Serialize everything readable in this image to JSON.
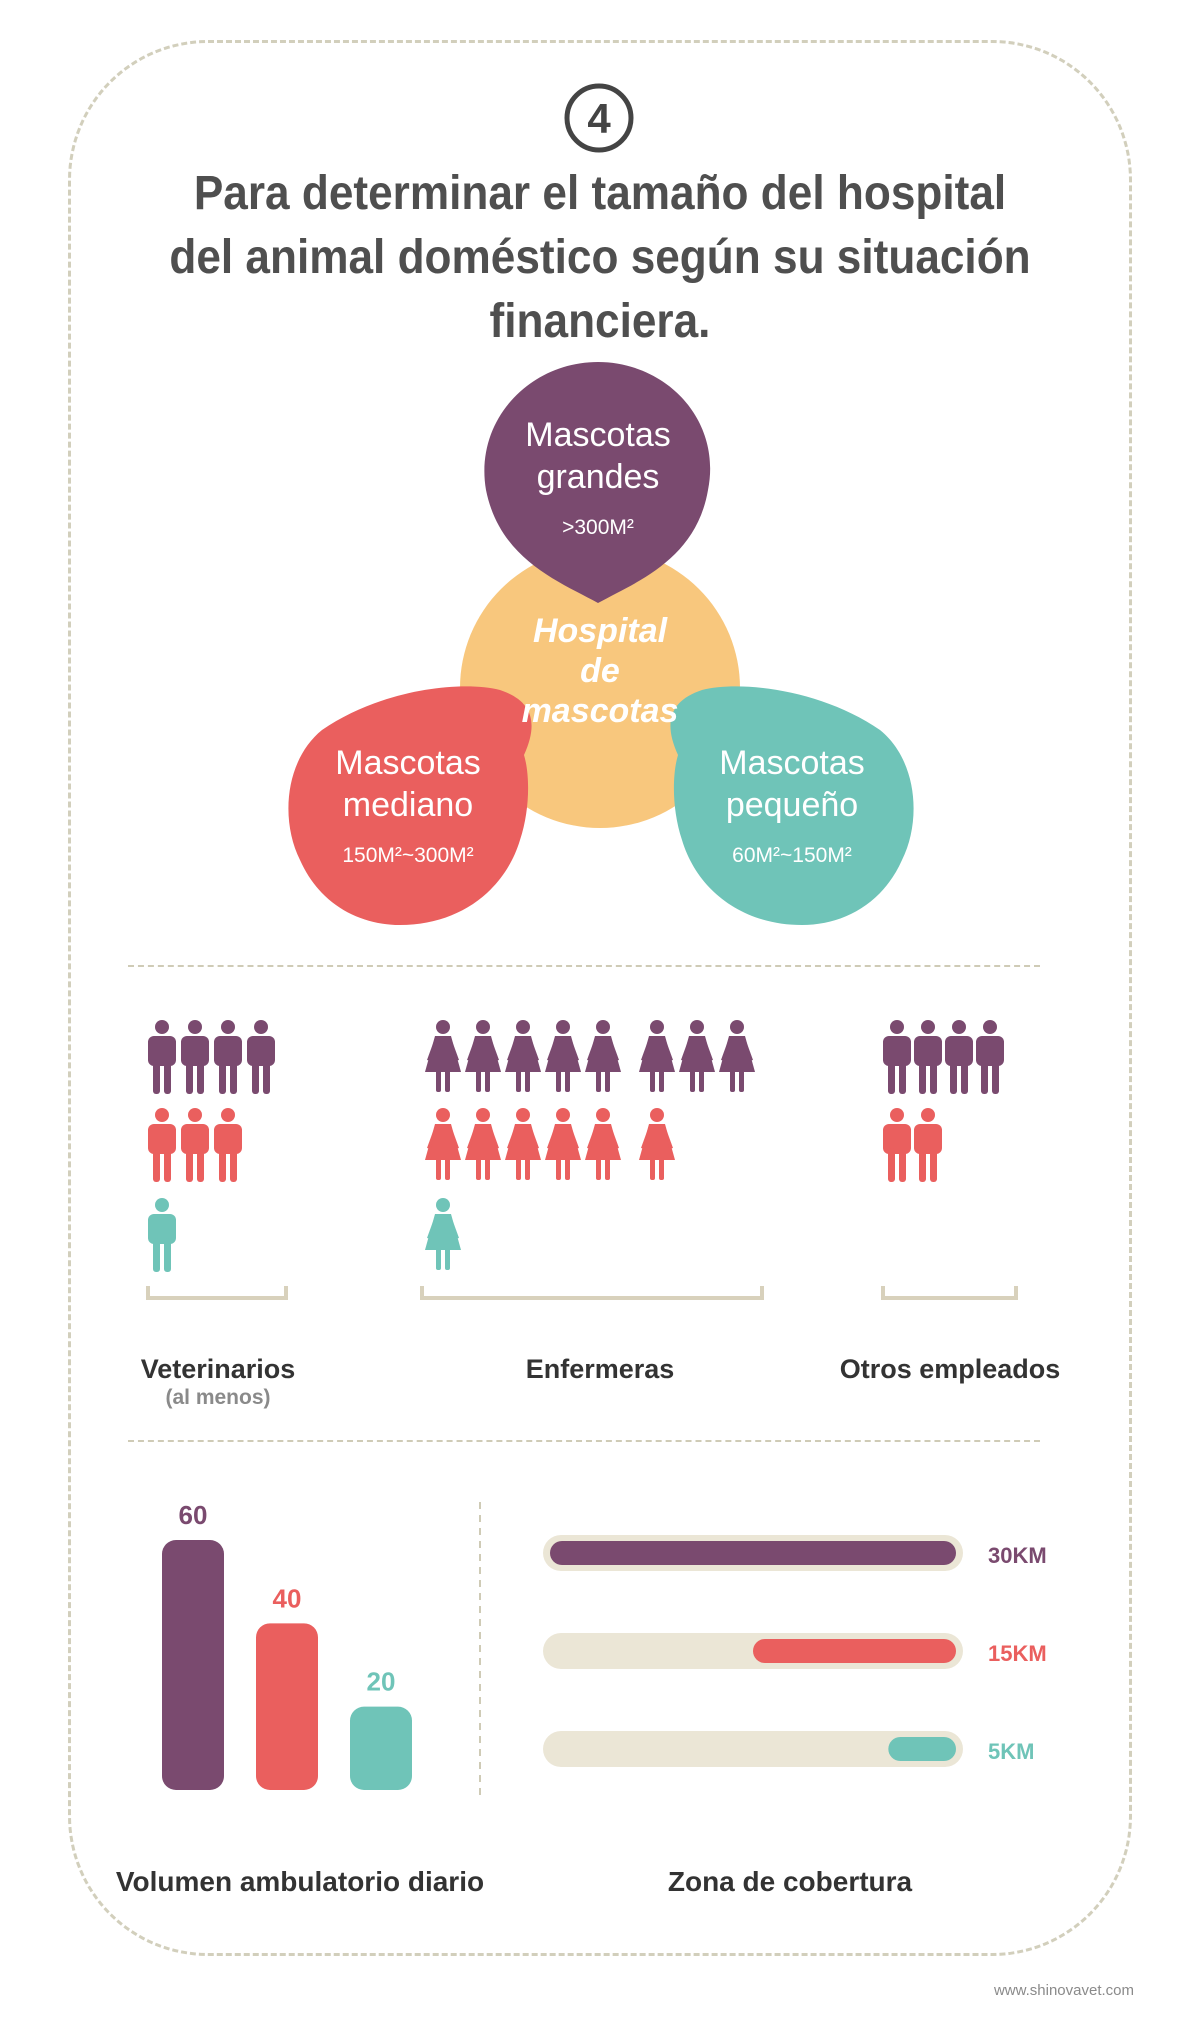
{
  "header": {
    "step_number": "4",
    "title_lines": [
      "Para determinar el tamaño del hospital",
      "del animal doméstico según su situación",
      "financiera."
    ]
  },
  "venn": {
    "center": {
      "lines": [
        "Hospital",
        "de",
        "mascotas"
      ],
      "color": "#f8c77d"
    },
    "bubbles": [
      {
        "id": "grandes",
        "lines": [
          "Mascotas",
          "grandes"
        ],
        "size": ">300M²",
        "color": "#7a4a6f"
      },
      {
        "id": "mediano",
        "lines": [
          "Mascotas",
          "mediano"
        ],
        "size": "150M²~300M²",
        "color": "#ea5f5e"
      },
      {
        "id": "pequeno",
        "lines": [
          "Mascotas",
          "pequeño"
        ],
        "size": "60M²~150M²",
        "color": "#6fc4b8"
      }
    ]
  },
  "staff": {
    "colors": {
      "large": "#7a4a6f",
      "medium": "#ea5f5e",
      "small": "#6fc4b8"
    },
    "groups": [
      {
        "id": "vets",
        "label": "Veterinarios",
        "sublabel": "(al menos)",
        "gender": "male",
        "counts": {
          "large": 4,
          "medium": 3,
          "small": 1
        }
      },
      {
        "id": "nurses",
        "label": "Enfermeras",
        "gender": "female",
        "counts": {
          "large": 8,
          "medium": 6,
          "small": 1
        }
      },
      {
        "id": "others",
        "label": "Otros empleados",
        "gender": "male",
        "counts": {
          "large": 4,
          "medium": 2,
          "small": 0
        }
      }
    ]
  },
  "chart_data": [
    {
      "type": "bar",
      "title": "Volumen ambulatorio diario",
      "categories": [
        "",
        "",
        ""
      ],
      "values": [
        60,
        40,
        20
      ],
      "data_labels": [
        "60",
        "40",
        "20"
      ],
      "colors": [
        "#7a4a6f",
        "#ea5f5e",
        "#6fc4b8"
      ],
      "ylim": [
        0,
        60
      ]
    },
    {
      "type": "bar",
      "orientation": "horizontal",
      "title": "Zona de cobertura",
      "values": [
        30,
        15,
        5
      ],
      "data_labels": [
        "30KM",
        "15KM",
        "5KM"
      ],
      "colors": [
        "#7a4a6f",
        "#ea5f5e",
        "#6fc4b8"
      ],
      "track_color": "#ebe6d6",
      "xlim": [
        0,
        30
      ]
    }
  ],
  "footer": {
    "website": "www.shinovavet.com"
  }
}
